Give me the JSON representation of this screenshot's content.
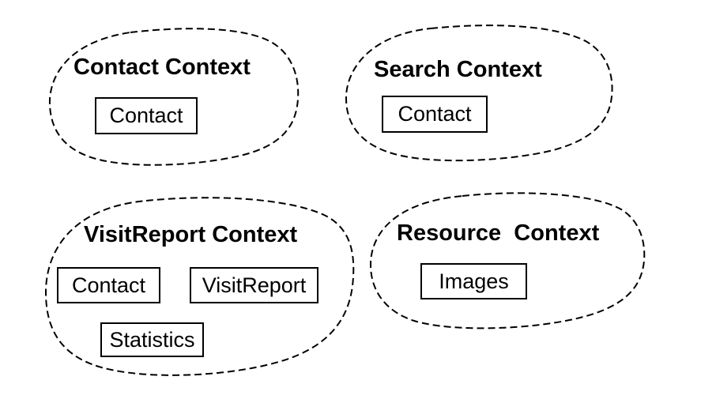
{
  "diagram": {
    "type": "bounded-context-diagram",
    "colors": {
      "background": "#ffffff",
      "stroke": "#000000",
      "text": "#000000"
    },
    "contexts": [
      {
        "title": "Contact Context",
        "boxes": [
          "Contact"
        ]
      },
      {
        "title": "Search Context",
        "boxes": [
          "Contact"
        ]
      },
      {
        "title": "VisitReport Context",
        "boxes": [
          "Contact",
          "VisitReport",
          "Statistics"
        ]
      },
      {
        "title": "Resource  Context",
        "boxes": [
          "Images"
        ]
      }
    ]
  }
}
